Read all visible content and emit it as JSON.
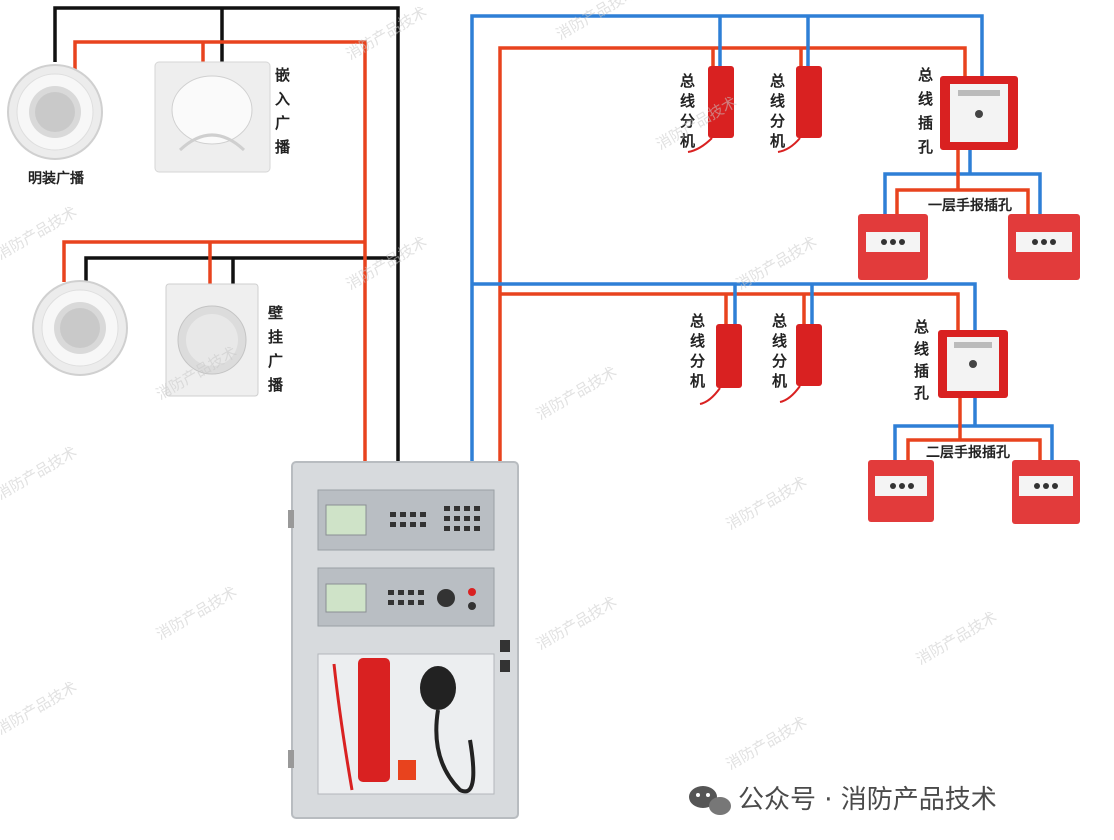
{
  "labels": {
    "surface_speaker": "明装广播",
    "ceiling_speaker": [
      "嵌",
      "入",
      "广",
      "播"
    ],
    "wall_speaker": [
      "壁",
      "挂",
      "广",
      "播"
    ],
    "bus_extension": [
      "总",
      "线",
      "分",
      "机"
    ],
    "bus_jack": [
      "总",
      "线",
      "插",
      "孔"
    ],
    "floor1_manual_jack": "一层手报插孔",
    "floor2_manual_jack": "二层手报插孔"
  },
  "watermark": "消防产品技术",
  "footer": {
    "wechat_text": "公众号 · 消防产品技术"
  },
  "colors": {
    "black_wire": "#111111",
    "red_wire": "#e8431e",
    "blue_wire": "#2e7fd6",
    "device_red": "#d92121",
    "cabinet_gray": "#d7dadd"
  }
}
